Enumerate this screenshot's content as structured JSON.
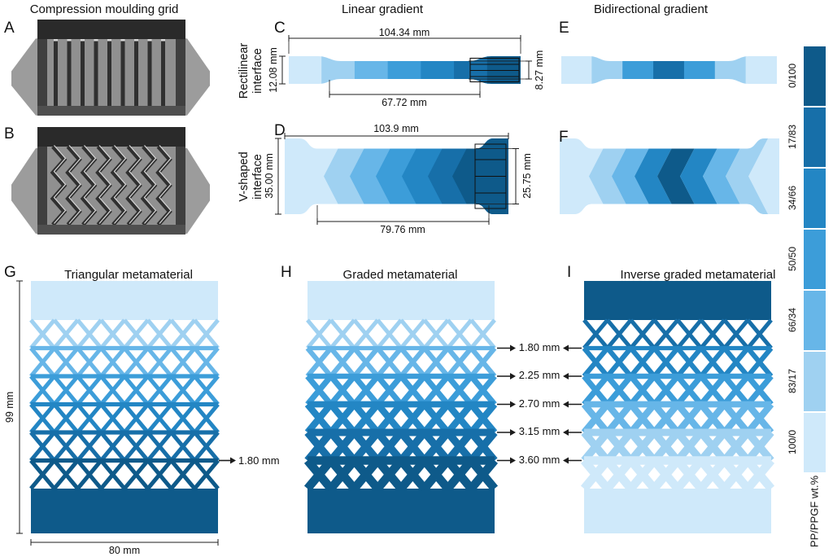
{
  "headers": {
    "col1": "Compression moulding grid",
    "col2": "Linear gradient",
    "col3": "Bidirectional gradient"
  },
  "panels": {
    "a": "A",
    "b": "B",
    "c": "C",
    "d": "D",
    "e": "E",
    "f": "F",
    "g": "G",
    "h": "H",
    "i": "I"
  },
  "row_labels": {
    "rectilinear": [
      "Rectilinear",
      "interface"
    ],
    "vshaped": [
      "V-shaped",
      "interface"
    ]
  },
  "specimens": {
    "c": {
      "dim_top": "104.34 mm",
      "dim_gauge": "67.72 mm",
      "dim_left": "12.08 mm",
      "dim_right": "8.27 mm",
      "segment_colors": [
        6,
        5,
        4,
        3,
        2,
        1,
        0
      ]
    },
    "e": {
      "segment_colors": [
        6,
        5,
        3,
        1,
        3,
        5,
        6
      ]
    },
    "d": {
      "dim_top": "103.9 mm",
      "dim_gauge": "79.76 mm",
      "dim_left": "35.00 mm",
      "dim_right": "25.75 mm",
      "layer_colors": [
        5,
        4,
        3,
        2,
        1,
        0
      ]
    },
    "f": {
      "band_colors": [
        5,
        4,
        2,
        0,
        2,
        4,
        5
      ]
    }
  },
  "metamaterials": {
    "g": {
      "title": "Triangular metamaterial",
      "dim_height": "99 mm",
      "dim_width": "80 mm",
      "annotation": "1.80 mm",
      "top_bar": 6,
      "bottom_bar": 0,
      "rows": [
        5,
        4,
        3,
        2,
        1,
        0
      ]
    },
    "h": {
      "title": "Graded metamaterial",
      "top_bar": 6,
      "bottom_bar": 0,
      "rows": [
        5,
        4,
        3,
        2,
        1,
        0
      ]
    },
    "i": {
      "title": "Inverse graded metamaterial",
      "top_bar": 0,
      "bottom_bar": 6,
      "rows": [
        1,
        2,
        3,
        4,
        5,
        6
      ]
    },
    "strut_annotations": [
      "1.80 mm",
      "2.25 mm",
      "2.70 mm",
      "3.15 mm",
      "3.60 mm"
    ]
  },
  "colorbar": {
    "segments": [
      {
        "label": "0/100",
        "color": "#0e5a8a"
      },
      {
        "label": "17/83",
        "color": "#176fa9"
      },
      {
        "label": "34/66",
        "color": "#2386c4"
      },
      {
        "label": "50/50",
        "color": "#3c9dd9"
      },
      {
        "label": "66/34",
        "color": "#67b6e8"
      },
      {
        "label": "83/17",
        "color": "#9fd1f1"
      },
      {
        "label": "100/0",
        "color": "#cfe9fa"
      }
    ],
    "caption": "PP/PPGF wt.%"
  },
  "mould_colors": {
    "base": "#9c9c9c",
    "wall": "#3f3f3f",
    "wall_dark": "#2a2a2a",
    "floor": "#909090",
    "fin": "#303030",
    "fin_highlight": "#d8d8d8",
    "front": "#4f4f4f"
  }
}
